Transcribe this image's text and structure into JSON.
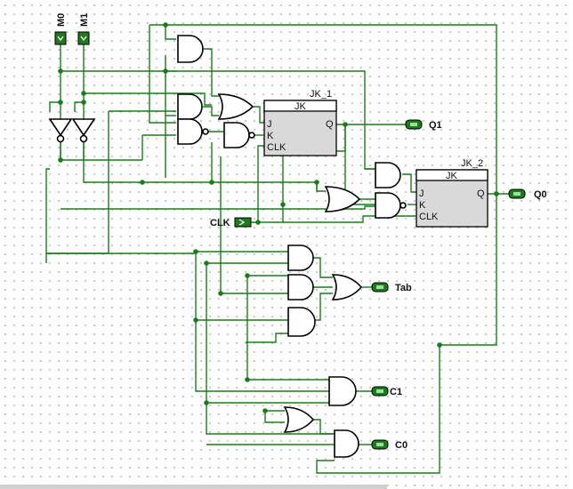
{
  "inputs": {
    "m0": "M0",
    "m1": "M1",
    "clk": "CLK"
  },
  "flipflops": {
    "jk1": {
      "name": "JK_1",
      "type": "JK",
      "j": "J",
      "k": "K",
      "clk": "CLK",
      "q": "Q"
    },
    "jk2": {
      "name": "JK_2",
      "type": "JK",
      "j": "J",
      "k": "K",
      "clk": "CLK",
      "q": "Q"
    }
  },
  "outputs": {
    "q1": "Q1",
    "q0": "Q0",
    "tab": "Tab",
    "c1": "C1",
    "c0": "C0"
  },
  "colors": {
    "wire": "#1a7d1a",
    "pin": "#1f7a1f",
    "ff_fill": "#d9d9d9"
  }
}
